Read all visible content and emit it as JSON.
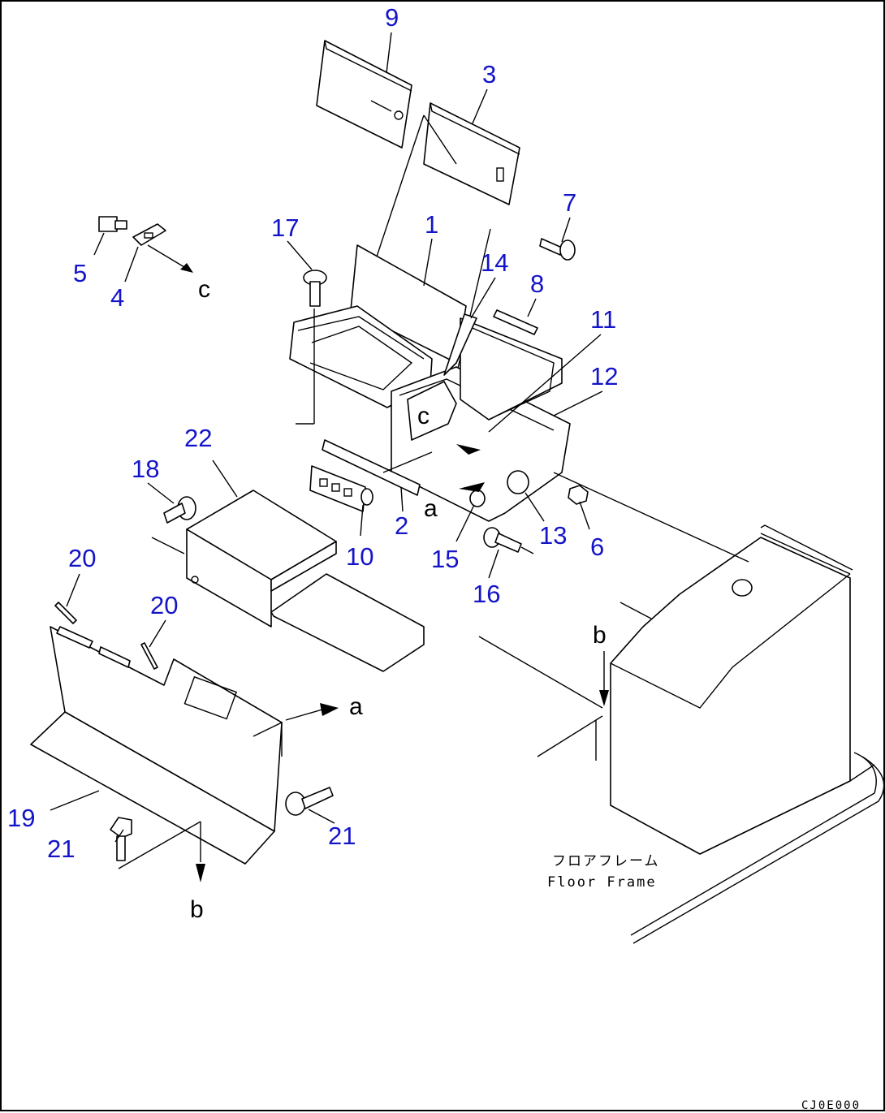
{
  "callouts": {
    "n1": "1",
    "n2": "2",
    "n3": "3",
    "n4": "4",
    "n5": "5",
    "n6": "6",
    "n7": "7",
    "n8": "8",
    "n9": "9",
    "n10": "10",
    "n11": "11",
    "n12": "12",
    "n13": "13",
    "n14": "14",
    "n15": "15",
    "n16": "16",
    "n17": "17",
    "n18": "18",
    "n19": "19",
    "n20a": "20",
    "n20b": "20",
    "n21a": "21",
    "n21b": "21",
    "n22": "22"
  },
  "references": {
    "a1": "a",
    "a2": "a",
    "b1": "b",
    "b2": "b",
    "c1": "c",
    "c2": "c"
  },
  "caption": {
    "japanese": "フロアフレーム",
    "english": "Floor Frame"
  },
  "drawing_code": "CJ0E000",
  "colors": {
    "callout": "#1414c8",
    "line": "#000000"
  }
}
